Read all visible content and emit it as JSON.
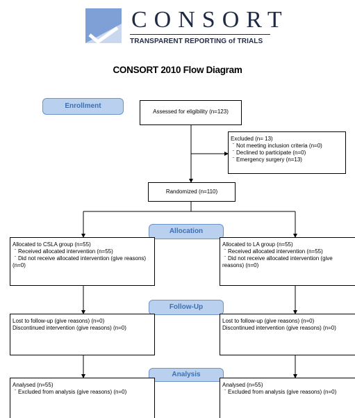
{
  "logo": {
    "word": "CONSORT",
    "tagline": "TRANSPARENT REPORTING of TRIALS",
    "color": "#1f2a44",
    "accent": "#7fa0d6"
  },
  "title": "CONSORT 2010 Flow Diagram",
  "stages": {
    "enrollment": "Enrollment",
    "allocation": "Allocation",
    "followup": "Follow-Up",
    "analysis": "Analysis",
    "fill": "#b9d0ef",
    "text_color": "#3f6fb0"
  },
  "assessed": "Assessed for eligibility (n=123)",
  "excluded": {
    "title": "Excluded  (n= 13)",
    "items": [
      "Not meeting inclusion criteria (n=0)",
      "Declined to participate (n=0)",
      "Emergency surgery (n=13)"
    ]
  },
  "randomized": "Randomized  (n=110)",
  "bullet": "¨",
  "left": {
    "allocation": {
      "title": "Allocated to CSLA group  (n=55)",
      "received": "Received  allocated  intervention  (n=55)",
      "not_received": "Did not receive allocated intervention  (give reasons) (n=0)"
    },
    "followup": {
      "lost": "Lost to follow-up  (give  reasons) (n=0)",
      "discontinued": "Discontinued  intervention  (give reasons) (n=0)"
    },
    "analysis": {
      "analysed": "Analysed  (n=55)",
      "excluded": "Excluded from analysis  (give  reasons) (n=0)"
    }
  },
  "right": {
    "allocation": {
      "title": "Allocated to LA group  (n=55)",
      "received": "Received  allocated  intervention  (n=55)",
      "not_received": "Did not receive allocated intervention  (give reasons) (n=0)"
    },
    "followup": {
      "lost": "Lost to follow-up  (give  reasons) (n=0)",
      "discontinued": "Discontinued  intervention  (give reasons) (n=0)"
    },
    "analysis": {
      "analysed": "Analysed  (n=55)",
      "excluded": "Excluded from analysis  (give  reasons) (n=0)"
    }
  }
}
